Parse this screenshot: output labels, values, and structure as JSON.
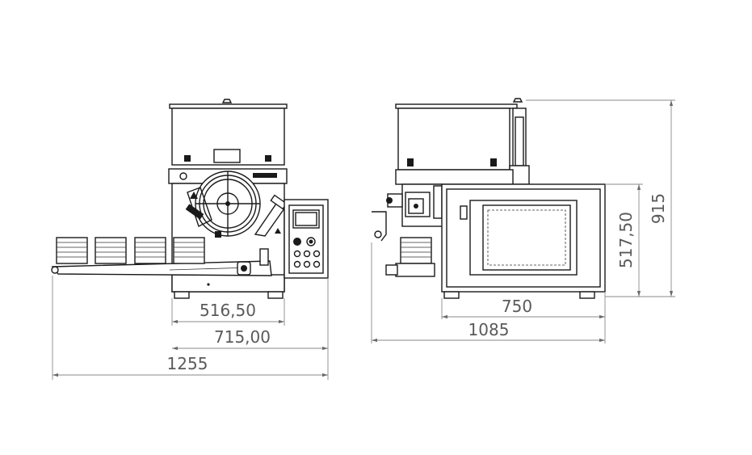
{
  "dimensions": {
    "front_inner": "516,50",
    "front_middle": "715,00",
    "front_overall": "1255",
    "side_depth": "750",
    "side_overall": "1085",
    "side_cabinet_height": "517,50",
    "side_total_height": "915"
  },
  "colors": {
    "line": "#1a1a1a",
    "dimension_line": "#8a8a8a",
    "dimension_text": "#5a5a5a",
    "background": "#ffffff"
  }
}
